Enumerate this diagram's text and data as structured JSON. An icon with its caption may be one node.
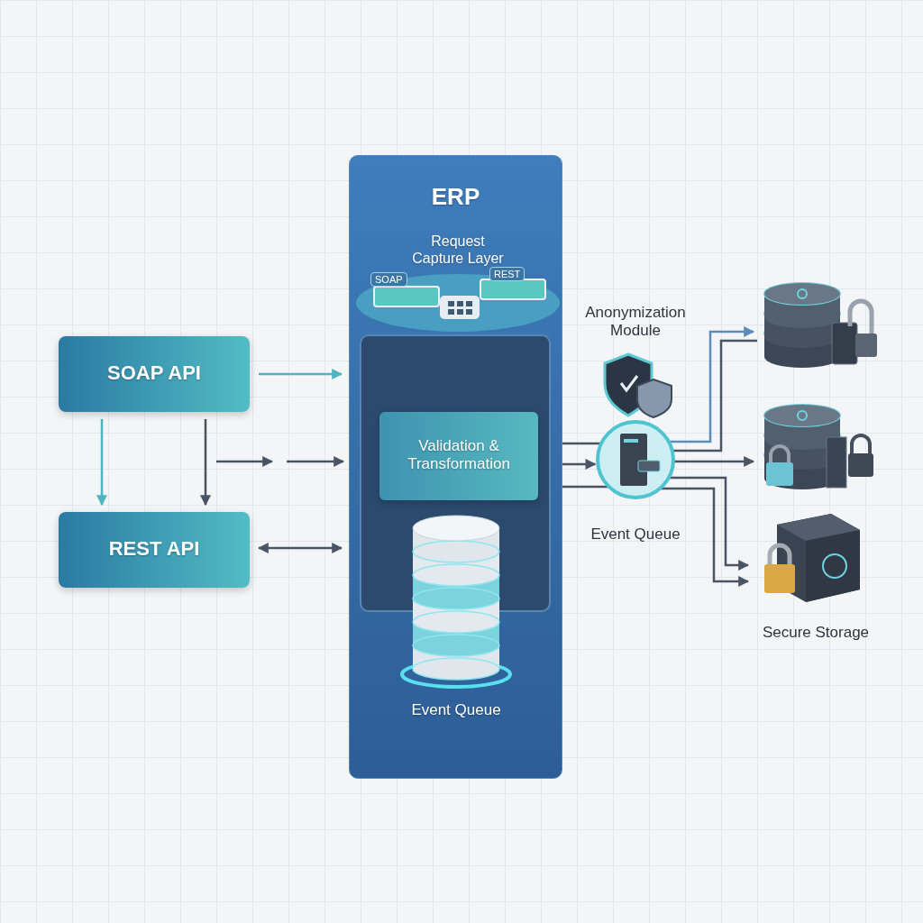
{
  "diagram": {
    "nodes": [
      {
        "text": [
          "ERP"
        ]
      },
      {
        "text": [
          "Request Capture Layer"
        ],
        "in": 0
      },
      {
        "text": [],
        "shape": "box",
        "in": 0
      },
      {
        "text": [
          "Validation & Transformation"
        ],
        "in": 2
      },
      {
        "text": [
          "Event Queue"
        ],
        "in": 0
      },
      {
        "text": [
          "SOAP API"
        ]
      },
      {
        "text": [
          "REST API"
        ]
      },
      {
        "text": [
          "Anonymization Module"
        ]
      },
      {
        "text": [
          "Event Queue"
        ]
      },
      {
        "text": [],
        "shape": "cylinder"
      },
      {
        "text": [],
        "shape": "cylinder"
      },
      {
        "text": [
          "Secure Storage"
        ]
      }
    ],
    "edges": [
      {
        "from": 5,
        "to": 0,
        "arrow": "to",
        "color": "#4fb3c0"
      },
      {
        "from": 5,
        "to": 6,
        "arrow": "to",
        "color": "#4fb3c0"
      },
      {
        "from": 5,
        "to": 6,
        "arrow": "to"
      },
      {
        "from": null,
        "to": 0,
        "arrow": "to"
      },
      {
        "from": 6,
        "to": 0,
        "arrow": "both"
      },
      {
        "from": 0,
        "to": 8,
        "arrow": "none"
      },
      {
        "from": 0,
        "to": 8,
        "arrow": "to"
      },
      {
        "from": 0,
        "to": 8,
        "arrow": "none"
      },
      {
        "from": 8,
        "to": 9,
        "arrow": "to",
        "color": "#5b8db8"
      },
      {
        "from": 8,
        "to": 9,
        "arrow": "none"
      },
      {
        "from": 8,
        "to": 10,
        "arrow": "to"
      },
      {
        "from": 8,
        "to": 11,
        "arrow": "to"
      },
      {
        "from": 8,
        "to": 11,
        "arrow": "to"
      }
    ],
    "labels": [
      "SOAP",
      "REST"
    ]
  }
}
